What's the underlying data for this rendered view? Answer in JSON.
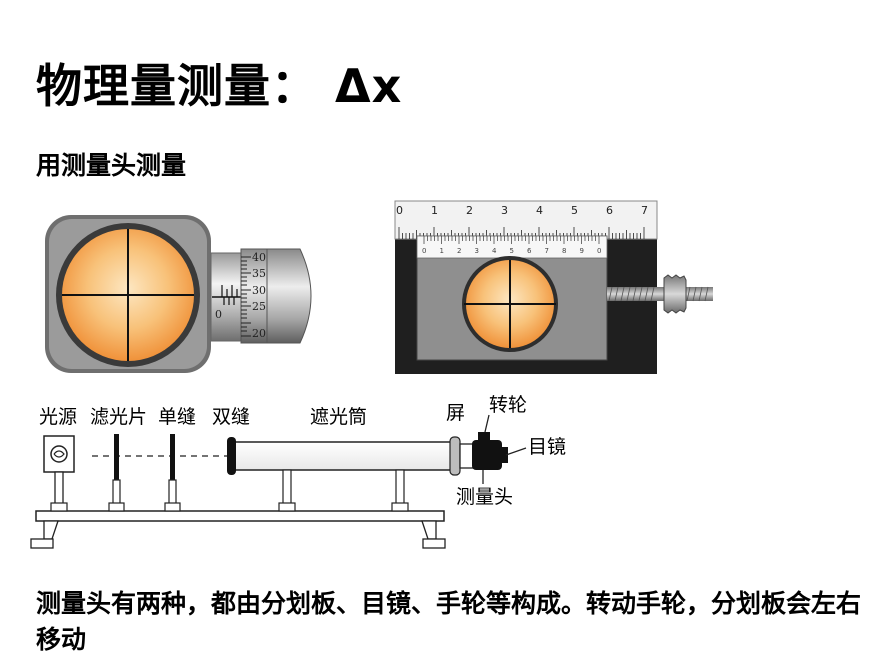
{
  "title": "物理量测量： Δx",
  "subtitle": "用测量头测量",
  "description": "测量头有两种，都由分划板、目镜、手轮等构成。转动手轮，分划板会左右移动",
  "micrometer": {
    "drum_marks": [
      "40",
      "35",
      "30",
      "25",
      "20"
    ],
    "sleeve_zero": "0"
  },
  "vernier": {
    "main_scale": [
      "0",
      "1",
      "2",
      "3",
      "4",
      "5",
      "6",
      "7"
    ],
    "vernier_scale": [
      "0",
      "1",
      "2",
      "3",
      "4",
      "5",
      "6",
      "7",
      "8",
      "9",
      "0"
    ]
  },
  "apparatus": {
    "labels": {
      "light_source": "光源",
      "filter": "滤光片",
      "single_slit": "单缝",
      "double_slit": "双缝",
      "tube": "遮光筒",
      "screen": "屏",
      "wheel": "转轮",
      "eyepiece": "目镜",
      "measuring_head": "测量头"
    }
  },
  "colors": {
    "lens_center": "#fde7c2",
    "lens_edge": "#f29a3c",
    "device_gray": "#8c8c8c"
  }
}
